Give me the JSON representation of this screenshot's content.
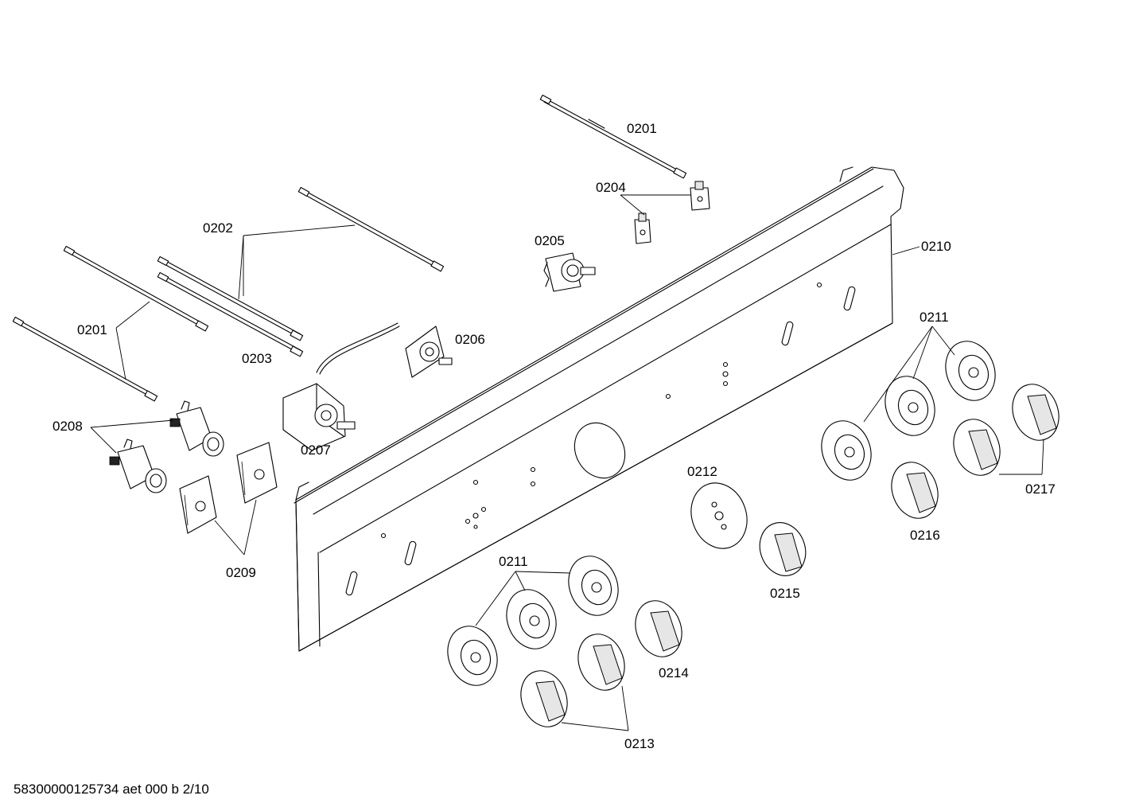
{
  "labels": {
    "p0201_top": "0201",
    "p0201_left": "0201",
    "p0202": "0202",
    "p0203": "0203",
    "p0204": "0204",
    "p0205": "0205",
    "p0206": "0206",
    "p0207": "0207",
    "p0208": "0208",
    "p0209": "0209",
    "p0210": "0210",
    "p0211_right": "0211",
    "p0211_left": "0211",
    "p0212": "0212",
    "p0213": "0213",
    "p0214": "0214",
    "p0215": "0215",
    "p0216": "0216",
    "p0217": "0217"
  },
  "footer": {
    "document_code": "58300000125734 aet 000 b 2/10"
  }
}
